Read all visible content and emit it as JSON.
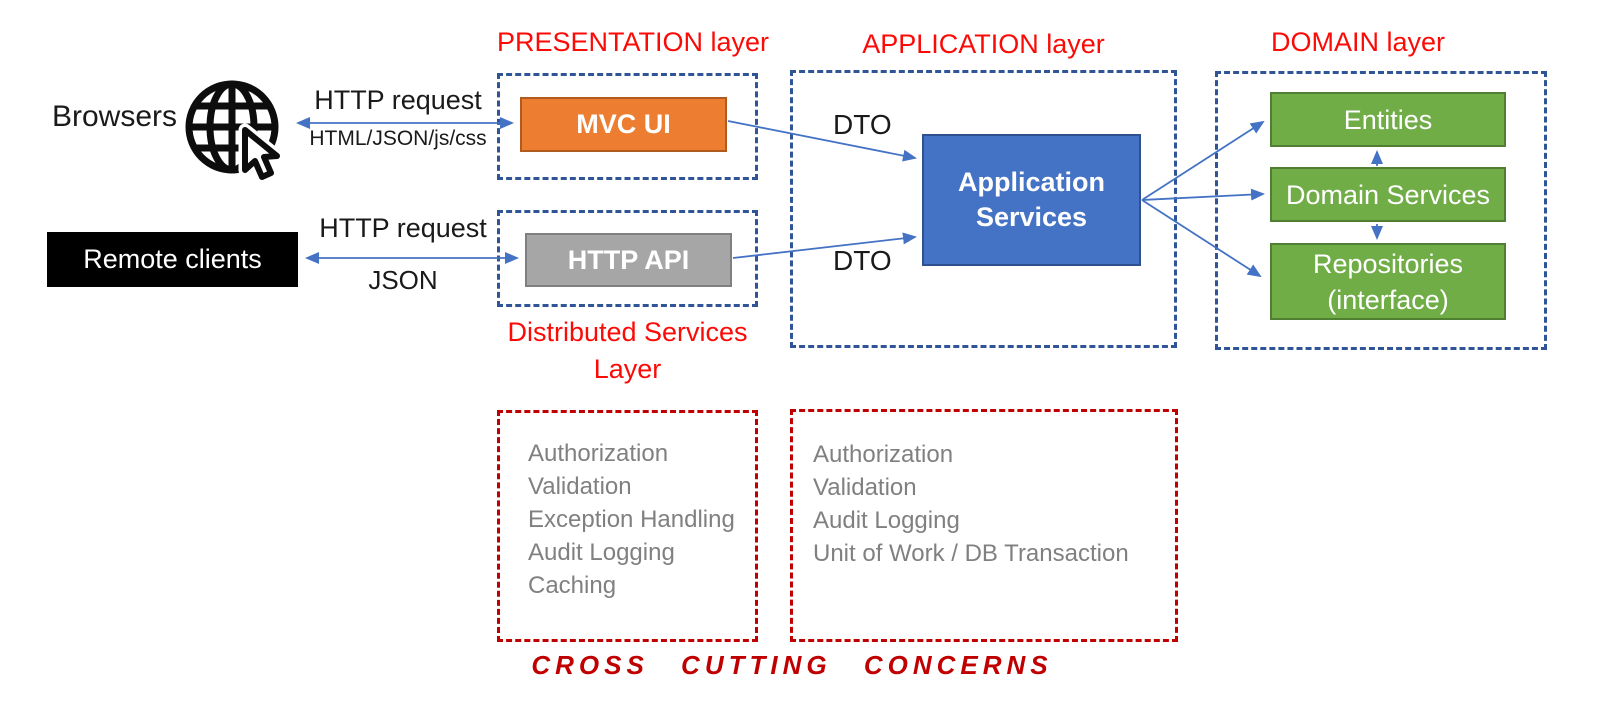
{
  "colors": {
    "title_red": "#fb0a06",
    "dashed_red": "#c00000",
    "blue_border": "#2f5597",
    "arrow_blue": "#4472c4",
    "orange_fill": "#ed7d31",
    "orange_border": "#b05c1f",
    "blue_fill": "#4472c4",
    "blue_box_border": "#2f528f",
    "gray_fill": "#a6a6a6",
    "gray_border": "#808080",
    "green_fill": "#70ad47",
    "green_border": "#507e32",
    "list_gray": "#808080"
  },
  "icons": {
    "browsers": "globe-with-cursor-icon"
  },
  "clients": {
    "browsers_label": "Browsers",
    "remote_clients_label": "Remote clients"
  },
  "layers": {
    "presentation_title": "PRESENTATION layer",
    "distributed_title": "Distributed Services Layer",
    "application_title": "APPLICATION layer",
    "domain_title": "DOMAIN layer"
  },
  "nodes": {
    "mvc_ui": "MVC UI",
    "http_api": "HTTP API",
    "application_services": "Application Services",
    "entities": "Entities",
    "domain_services": "Domain Services",
    "repositories": "Repositories (interface)"
  },
  "edges": {
    "browser_request_label": "HTTP request",
    "browser_response_label": "HTML/JSON/js/css",
    "remote_request_label": "HTTP request",
    "remote_response_label": "JSON",
    "dto_top_label": "DTO",
    "dto_bottom_label": "DTO"
  },
  "cross_cutting": {
    "title": "CROSS CUTTING CONCERNS",
    "box1_items": [
      "Authorization",
      "Validation",
      "Exception Handling",
      "Audit Logging",
      "Caching"
    ],
    "box2_items": [
      "Authorization",
      "Validation",
      "Audit Logging",
      "Unit of Work / DB Transaction"
    ]
  }
}
